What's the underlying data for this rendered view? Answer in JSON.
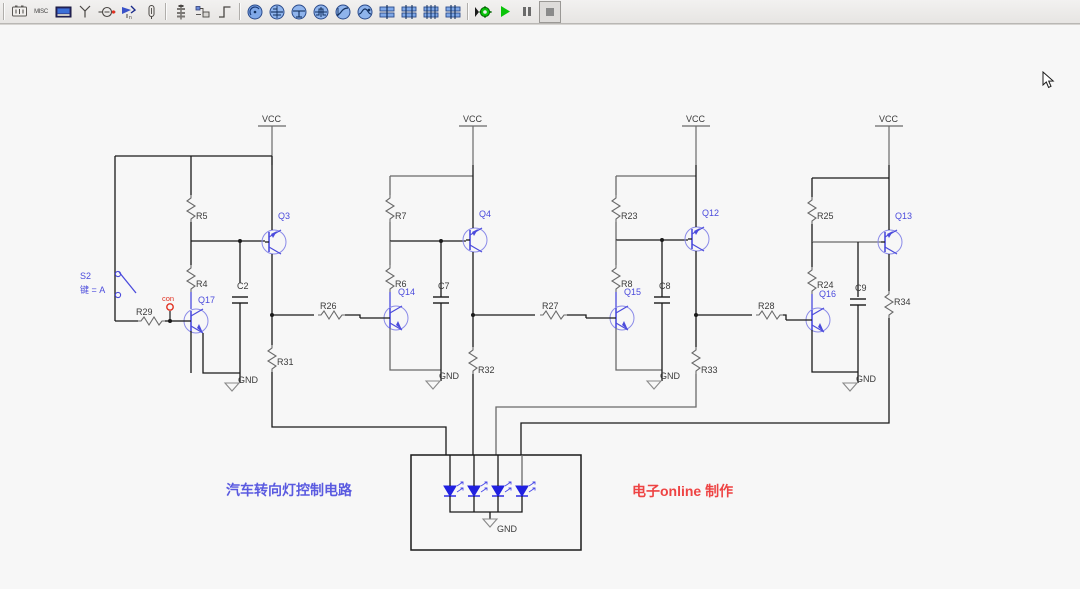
{
  "app": {
    "title": "Circuit Simulator",
    "canvas_bg": "#f7f7f7"
  },
  "toolbar": {
    "groups": [
      {
        "name": "components",
        "buttons": [
          {
            "id": "source",
            "icon": "battery-icon",
            "label": ""
          },
          {
            "id": "misc",
            "icon": "misc-icon",
            "label": "MISC"
          },
          {
            "id": "indicator",
            "icon": "display-icon",
            "label": ""
          },
          {
            "id": "rf",
            "icon": "antenna-icon",
            "label": ""
          },
          {
            "id": "electromech",
            "icon": "relay-icon",
            "label": ""
          },
          {
            "id": "mcu",
            "icon": "mcu-icon",
            "label": ""
          },
          {
            "id": "connector",
            "icon": "connector-icon",
            "label": ""
          }
        ]
      },
      {
        "name": "instruments",
        "buttons": [
          {
            "id": "hierarchical",
            "icon": "hierarchy-icon",
            "label": ""
          },
          {
            "id": "bus",
            "icon": "bus-icon",
            "label": ""
          },
          {
            "id": "digital-source",
            "icon": "step-icon",
            "label": ""
          }
        ]
      },
      {
        "name": "analysis",
        "buttons": [
          {
            "id": "multimeter",
            "icon": "meter-round-icon",
            "label": ""
          },
          {
            "id": "function-gen",
            "icon": "funcgen-icon",
            "label": ""
          },
          {
            "id": "wattmeter",
            "icon": "wattmeter-icon",
            "label": ""
          },
          {
            "id": "oscilloscope",
            "icon": "scope-icon",
            "label": ""
          },
          {
            "id": "bode-plotter",
            "icon": "bode-icon",
            "label": ""
          },
          {
            "id": "frequency-counter",
            "icon": "freq-counter-icon",
            "label": ""
          },
          {
            "id": "word-generator",
            "icon": "wordgen-icon",
            "label": ""
          },
          {
            "id": "logic-analyzer",
            "icon": "logic-analyzer-icon",
            "label": ""
          },
          {
            "id": "logic-converter",
            "icon": "logic-converter-icon",
            "label": ""
          },
          {
            "id": "distortion-analyzer",
            "icon": "distortion-icon",
            "label": ""
          }
        ]
      },
      {
        "name": "simulation",
        "buttons": [
          {
            "id": "settings",
            "icon": "gear-run-icon",
            "label": ""
          },
          {
            "id": "run",
            "icon": "play-icon",
            "label": ""
          },
          {
            "id": "pause",
            "icon": "pause-icon",
            "label": ""
          },
          {
            "id": "stop",
            "icon": "stop-icon",
            "label": ""
          }
        ]
      }
    ]
  },
  "schematic": {
    "annotations": {
      "title_cn": "汽车转向灯控制电路",
      "title_cn_color": "#5a5ae0",
      "credit_cn": "电子online 制作",
      "credit_cn_color": "#ee4444"
    },
    "switch": {
      "ref": "S2",
      "key_label": "键 = A",
      "color": "#4b4bdc"
    },
    "node_markers": [
      {
        "label": "con",
        "color": "#e03020"
      }
    ],
    "power_labels": [
      "VCC",
      "VCC",
      "VCC",
      "VCC"
    ],
    "ground_labels": [
      "GND",
      "GND",
      "GND",
      "GND",
      "GND"
    ],
    "stages": [
      {
        "index": 1,
        "vcc": "VCC",
        "gnd": "GND",
        "collector_res": "R5",
        "base_res": "R4",
        "cap": "C2",
        "driver_transistor": "Q17",
        "output_transistor": "Q3",
        "emitter_res": "R31"
      },
      {
        "index": 2,
        "vcc": "VCC",
        "gnd": "GND",
        "collector_res": "R7",
        "base_res": "R6",
        "cap": "C7",
        "driver_transistor": "Q14",
        "output_transistor": "Q4",
        "emitter_res": "R32",
        "input_res": "R26"
      },
      {
        "index": 3,
        "vcc": "VCC",
        "gnd": "GND",
        "collector_res": "R23",
        "base_res": "R8",
        "cap": "C8",
        "driver_transistor": "Q15",
        "output_transistor": "Q12",
        "emitter_res": "R33",
        "input_res": "R27"
      },
      {
        "index": 4,
        "vcc": "VCC",
        "gnd": "GND",
        "collector_res": "R25",
        "base_res": "R24",
        "cap": "C9",
        "driver_transistor": "Q16",
        "output_transistor": "Q13",
        "emitter_res": "R34",
        "input_res": "R28"
      }
    ],
    "input_res": "R29",
    "lamp_box": {
      "gnd": "GND",
      "led_count": 4,
      "led_color": "#2020e0"
    }
  }
}
